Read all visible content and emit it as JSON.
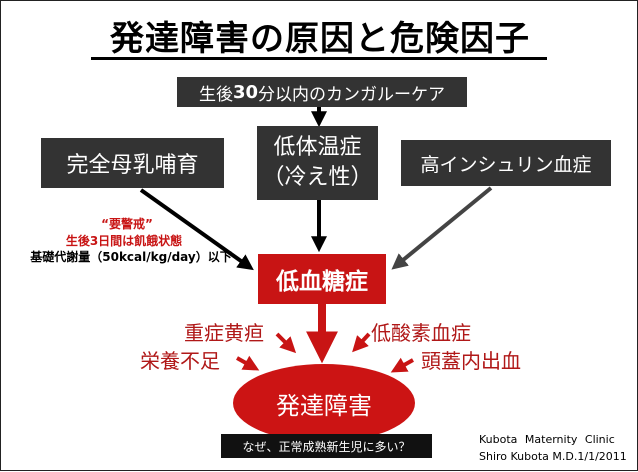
{
  "title": "発達障害の原因と危険因子",
  "top_box": {
    "prefix": "生後",
    "num": "30",
    "suffix": "分以内のカンガルーケア"
  },
  "left_box": "完全母乳哺育",
  "mid_box": {
    "line1": "低体温症",
    "line2": "（冷え性）"
  },
  "right_box": "高インシュリン血症",
  "warning": {
    "line1": "“要警戒”",
    "line2": "生後3日間は飢餓状態",
    "line3": "基礎代謝量（50kcal/kg/day）以下"
  },
  "center_box": "低血糖症",
  "causes": {
    "jaundice": "重症黄疸",
    "malnutrition": "栄養不足",
    "hypoxemia": "低酸素血症",
    "hemorrhage": "頭蓋内出血"
  },
  "outcome": "発達障害",
  "question": "なぜ、正常成熟新生児に多い？",
  "credit": {
    "line1": "Kubota Maternity Clinic",
    "line2": "Shiro Kubota M.D.1/1/2011"
  },
  "colors": {
    "dark_box": "#333333",
    "red": "#c81414",
    "cause_text": "#b01818",
    "arrow_gray": "#444444"
  }
}
